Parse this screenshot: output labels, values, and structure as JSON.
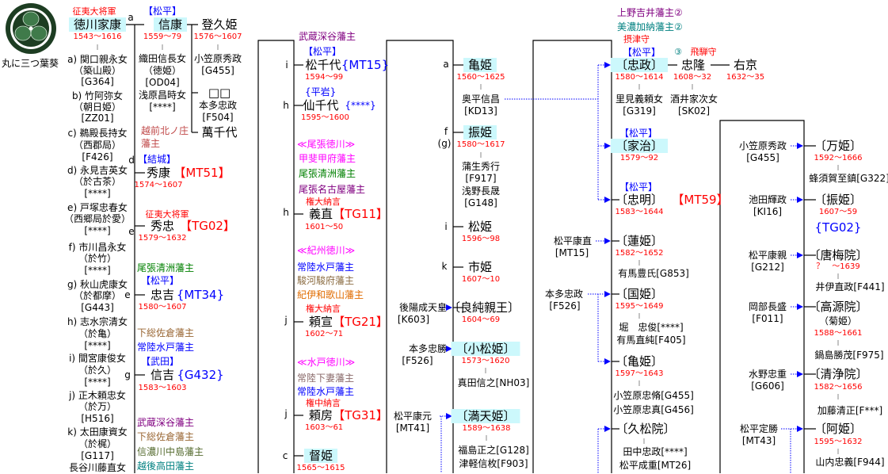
{
  "logo": {
    "caption": "丸に三つ葉葵"
  },
  "ieyasu": [
    "征夷大将軍",
    "徳川家康",
    "1543～1616",
    "a) 関口親永女",
    "（築山殿）",
    "[G364]",
    "b) 竹阿弥女",
    "（朝日姫）",
    "[ZZ01]",
    "c) 鵜殿長持女",
    "（西郡局）",
    "[F426]",
    "d) 永見吉英女",
    "（於古茶）",
    "[****]",
    "e) 戸塚忠春女",
    "（西郷局於愛）",
    "[****]",
    "f) 市川昌永女",
    "（於竹）",
    "[****]",
    "g) 秋山虎康女",
    "（於都摩）",
    "[G443]",
    "h) 志水宗清女",
    "（於亀）",
    "[****]",
    "i) 間宮康俊女",
    "（於久）",
    "[****]",
    "j) 正木頼忠女",
    "（於万）",
    "[H516]",
    "k) 太田康資女",
    "（於梶）",
    "[G117]",
    "長谷川藤直女"
  ],
  "sons1": [
    "a",
    "【松平】",
    "信康",
    "1559～79",
    "織田信長女",
    "（徳姫）",
    "[OD04]",
    "浅原昌時女",
    "[****]",
    "越前北ノ庄",
    "藩主",
    "d",
    "【結城】",
    "秀康",
    "【MT51】",
    "1574～1607",
    "征夷大将軍",
    "e",
    "秀忠",
    "【TG02】",
    "1579～1632",
    "尾張清洲藩主",
    "【松平】",
    "e",
    "忠吉",
    "{MT34}",
    "1580～1607",
    "下総佐倉藩主",
    "常陸水戸藩主",
    "【武田】",
    "g",
    "信吉",
    "{G432}",
    "1583～1603",
    "武蔵深谷藩主",
    "下総佐倉藩主",
    "信濃川中島藩主",
    "越後高田藩主"
  ],
  "nobuyasu_children": [
    "登久姫",
    "1576～1607",
    "小笠原秀政",
    "[G455]",
    "□□",
    "本多忠政",
    "[F504]",
    "萬千代"
  ],
  "sons2": [
    "武蔵深谷藩主",
    "【松平】",
    "i",
    "松千代",
    "{MT15}",
    "1594～99",
    "{平岩}",
    "h",
    "仙千代",
    "{****}",
    "1595～1600",
    "≪尾張徳川≫",
    "甲斐甲府藩主",
    "尾張清洲藩主",
    "尾張名古屋藩主",
    "権大納言",
    "h",
    "義直",
    "【TG11】",
    "1601～50",
    "≪紀州徳川≫",
    "常陸水戸藩主",
    "駿河駿府藩主",
    "紀伊和歌山藩主",
    "権大納言",
    "j",
    "頼宣",
    "【TG21】",
    "1602～71",
    "≪水戸徳川≫",
    "常陸下妻藩主",
    "常陸水戸藩主",
    "権中納言",
    "j",
    "頼房",
    "【TG31】",
    "1603～61",
    "c",
    "督姫",
    "1565～1615"
  ],
  "daughters": [
    "a",
    "亀姫",
    "1560～1625",
    "奥平信昌",
    "[KD13]",
    "f",
    "(g)",
    "振姫",
    "1580～1617",
    "蒲生秀行",
    "[F917]",
    "浅野長晟",
    "[G148]",
    "i",
    "松姫",
    "1596～98",
    "k",
    "市姫",
    "1607～10",
    "後陽成天皇",
    "[K603]",
    "〔良純親王〕",
    "1604～69",
    "本多忠勝",
    "[F526]",
    "〔小松姫〕",
    "1573～1620",
    "真田信之[NH03]",
    "松平康元",
    "[MT41]",
    "〔満天姫〕",
    "1589～1638",
    "福島正之[G128]",
    "津軽信枚[F903]"
  ],
  "adopted1": [
    "上野吉井藩主②",
    "美濃加納藩主②",
    "摂津守",
    "【松平】",
    "〔忠政〕",
    "1580～1614",
    "③",
    "飛騨守",
    "忠隆",
    "1608～32",
    "右京",
    "1632～35",
    "里見義頼女",
    "[G319]",
    "酒井家次女",
    "[SK02]",
    "【松平】",
    "〔家治〕",
    "1579～92",
    "【松平】",
    "〔忠明〕",
    "【MT59】",
    "1583～1644",
    "松平康直",
    "[MT15]",
    "〔蓮姫〕",
    "1582～1652",
    "有馬豊氏[G853]",
    "本多忠政",
    "[F526]",
    "〔国姫〕",
    "1595～1649",
    "堀　忠俊[****]",
    "有馬直純[F405]",
    "〔亀姫〕",
    "1597～1643",
    "小笠原忠脩[G455]",
    "小笠原忠真[G456]",
    "〔久松院〕",
    "田中忠政[****]",
    "松平成重[MT26]"
  ],
  "adopted2": [
    "小笠原秀政",
    "[G455]",
    "〔万姫〕",
    "1592～1666",
    "蜂須賀至鎮[G322]",
    "池田輝政",
    "[KI16]",
    "〔振姫〕",
    "1607～59",
    "{TG02}",
    "松平康親",
    "[G212]",
    "〔唐梅院〕",
    "？　～1639",
    "井伊直政[F441]",
    "岡部長盛",
    "[F011]",
    "〔高源院〕",
    "（菊姫）",
    "1588～1661",
    "鍋島勝茂[F975]",
    "水野忠重",
    "[G606]",
    "〔清浄院〕",
    "1582～1656",
    "加藤清正[F***]",
    "松平定勝",
    "[MT43]",
    "〔阿姫〕",
    "1595～1632",
    "山内忠義[F944]"
  ],
  "colors": {
    "highlight": "#ccf8fc",
    "date": "#ff0000",
    "arrow": "#0000ff"
  }
}
